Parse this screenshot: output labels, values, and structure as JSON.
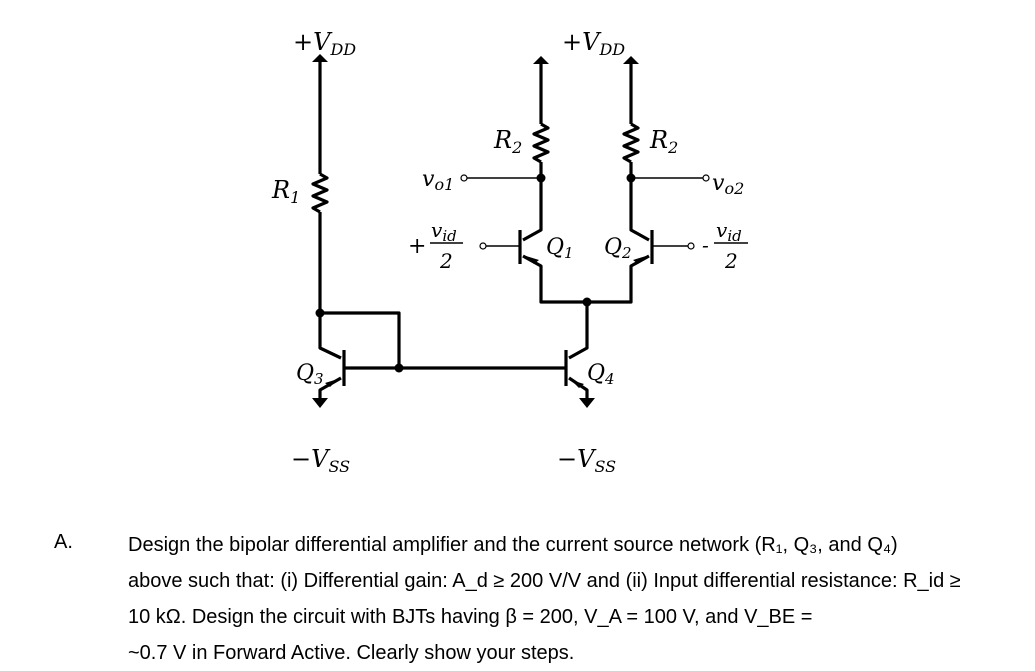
{
  "circuit": {
    "labels": {
      "vdd_left": "+V",
      "vdd_left_sub": "DD",
      "vdd_right": "+V",
      "vdd_right_sub": "DD",
      "r1": "R",
      "r1_sub": "1",
      "r2_left": "R",
      "r2_left_sub": "2",
      "r2_right": "R",
      "r2_right_sub": "2",
      "vo1": "v",
      "vo1_sub": "o1",
      "vo2": "v",
      "vo2_sub": "o2",
      "vid_left_sign": "+",
      "vid_left_num": "v",
      "vid_left_num_sub": "id",
      "vid_left_den": "2",
      "vid_right_sign": "-",
      "vid_right_num": "v",
      "vid_right_num_sub": "id",
      "vid_right_den": "2",
      "q1": "Q",
      "q1_sub": "1",
      "q2": "Q",
      "q2_sub": "2",
      "q3": "Q",
      "q3_sub": "3",
      "q4": "Q",
      "q4_sub": "4",
      "vss_left": "−V",
      "vss_left_sub": "SS",
      "vss_right": "−V",
      "vss_right_sub": "SS"
    }
  },
  "question": {
    "label": "A.",
    "line1": "Design the bipolar differential amplifier and the current source network (R₁, Q₃, and Q₄)",
    "line2": "above such that: (i) Differential gain: A_d ≥ 200 V/V and (ii) Input differential resistance: R_id ≥",
    "line3": "10 kΩ.   Design   the   circuit   with   BJTs   having   β = 200, V_A = 100 V, and V_BE =",
    "line4": "~0.7 V in Forward Active. Clearly show your steps."
  }
}
